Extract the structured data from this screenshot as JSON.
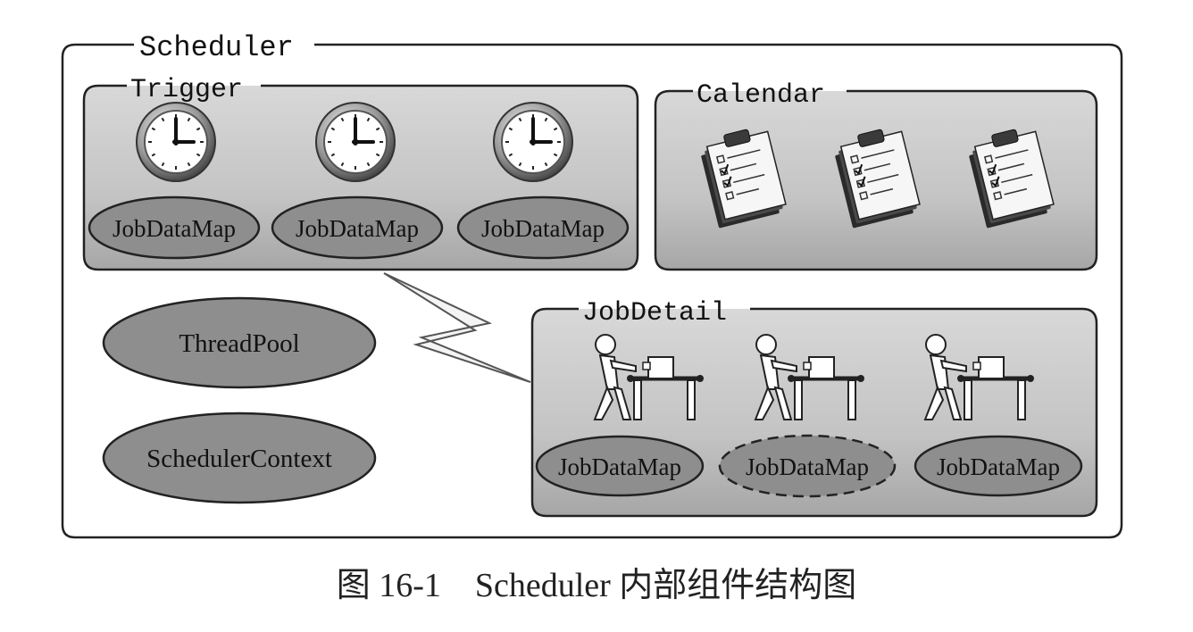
{
  "scheduler": {
    "label": "Scheduler"
  },
  "trigger": {
    "label": "Trigger",
    "clocks": [
      "clock-1",
      "clock-2",
      "clock-3"
    ],
    "maps": [
      "JobDataMap",
      "JobDataMap",
      "JobDataMap"
    ]
  },
  "calendar": {
    "label": "Calendar",
    "items": [
      "calendar-1",
      "calendar-2",
      "calendar-3"
    ]
  },
  "jobdetail": {
    "label": "JobDetail",
    "workers": [
      "worker-1",
      "worker-2",
      "worker-3"
    ],
    "maps": [
      "JobDataMap",
      "JobDataMap",
      "JobDataMap"
    ]
  },
  "threadpool": {
    "label": "ThreadPool"
  },
  "schedulercontext": {
    "label": "SchedulerContext"
  },
  "caption": {
    "text": "图 16-1　Scheduler 内部组件结构图"
  },
  "colors": {
    "ellipse_fill": "#8e8e8e",
    "panel_gradient_top": "#d2d2d2",
    "panel_gradient_bottom": "#a9a9a9",
    "stroke": "#222222"
  }
}
